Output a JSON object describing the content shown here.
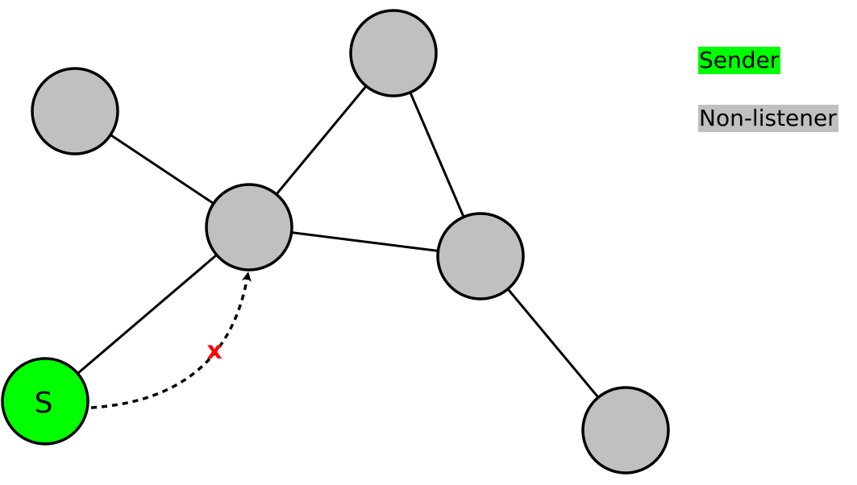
{
  "colors": {
    "sender": "#00ff00",
    "non_listener": "#c0c0c0",
    "edge": "#000000",
    "blocked": "#ff0000"
  },
  "legend": {
    "sender_label": "Sender",
    "non_listener_label": "Non-listener"
  },
  "nodes": [
    {
      "id": "sender",
      "role": "sender",
      "label": "S"
    },
    {
      "id": "hub",
      "role": "non_listener",
      "label": ""
    },
    {
      "id": "top-left",
      "role": "non_listener",
      "label": ""
    },
    {
      "id": "top",
      "role": "non_listener",
      "label": ""
    },
    {
      "id": "right",
      "role": "non_listener",
      "label": ""
    },
    {
      "id": "bottom-right",
      "role": "non_listener",
      "label": ""
    }
  ],
  "edges": [
    {
      "from": "sender",
      "to": "hub"
    },
    {
      "from": "top-left",
      "to": "hub"
    },
    {
      "from": "hub",
      "to": "top"
    },
    {
      "from": "hub",
      "to": "right"
    },
    {
      "from": "top",
      "to": "right"
    },
    {
      "from": "right",
      "to": "bottom-right"
    }
  ],
  "blocked_message": {
    "from": "sender",
    "to": "hub",
    "mark": "x"
  }
}
